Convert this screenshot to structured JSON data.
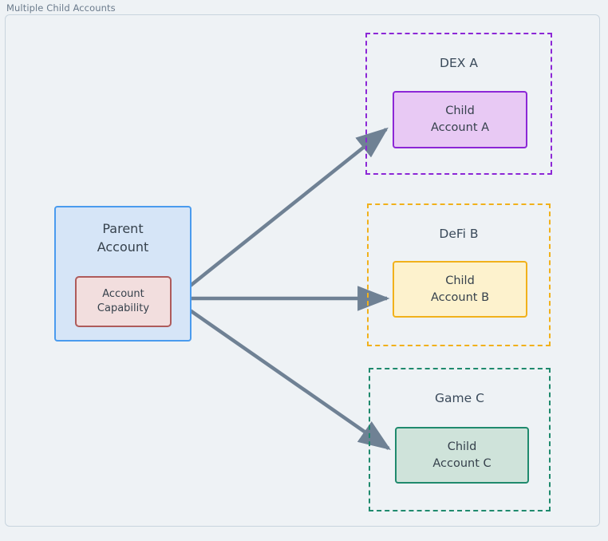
{
  "frame": {
    "caption": "Multiple Child Accounts"
  },
  "parent": {
    "title_line1": "Parent",
    "title_line2": "Account",
    "capability_line1": "Account",
    "capability_line2": "Capability"
  },
  "groups": [
    {
      "id": "dex",
      "label": "DEX A",
      "border_color": "#8c27d6",
      "child": {
        "line1": "Child",
        "line2": "Account A",
        "fill": "#e8c9f4",
        "border_color": "#8c27d6"
      }
    },
    {
      "id": "defi",
      "label": "DeFi B",
      "border_color": "#f1b11b",
      "child": {
        "line1": "Child",
        "line2": "Account B",
        "fill": "#fdf2cd",
        "border_color": "#f1b11b"
      }
    },
    {
      "id": "game",
      "label": "Game C",
      "border_color": "#1f8a6d",
      "child": {
        "line1": "Child",
        "line2": "Account C",
        "fill": "#cfe3da",
        "border_color": "#1f8a6d"
      }
    }
  ],
  "edges": [
    {
      "id": "edge-capability-to-child-a",
      "from": "account-capability",
      "to": "child-account-a",
      "color": "#6f8194"
    },
    {
      "id": "edge-capability-to-child-b",
      "from": "account-capability",
      "to": "child-account-b",
      "color": "#6f8194"
    },
    {
      "id": "edge-capability-to-child-c",
      "from": "account-capability",
      "to": "child-account-c",
      "color": "#6f8194"
    }
  ],
  "colors": {
    "page_background": "#eef2f5",
    "frame_border": "#c8d4de",
    "caption_text": "#6b7b8c",
    "node_text": "#36414c",
    "parent_fill": "#d6e5f7",
    "parent_border": "#4a9bee",
    "capability_fill": "#f2dede",
    "capability_border": "#ae5b5b",
    "arrow": "#6f8194"
  }
}
